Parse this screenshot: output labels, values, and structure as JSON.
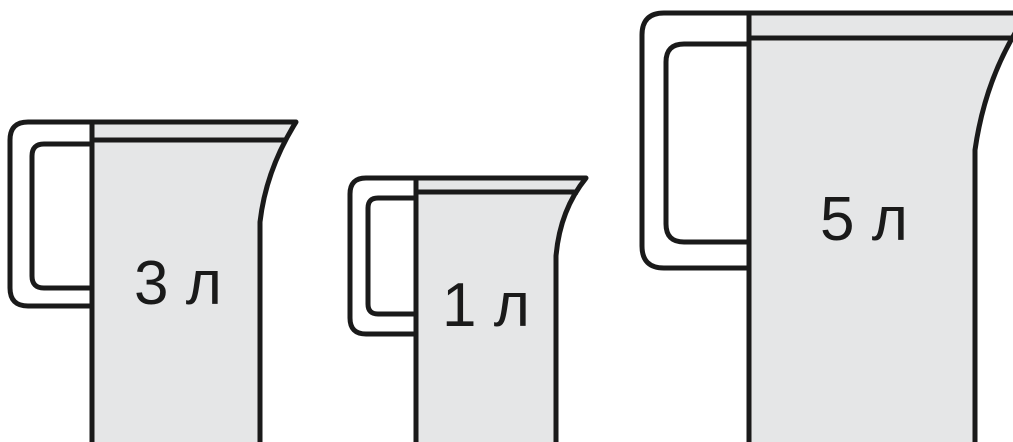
{
  "jugs": [
    {
      "id": "jug-3",
      "label": "3 л"
    },
    {
      "id": "jug-1",
      "label": "1 л"
    },
    {
      "id": "jug-5",
      "label": "5 л"
    }
  ],
  "colors": {
    "fill": "#e5e6e7",
    "outline": "#1a1a1a",
    "background": "#ffffff"
  }
}
